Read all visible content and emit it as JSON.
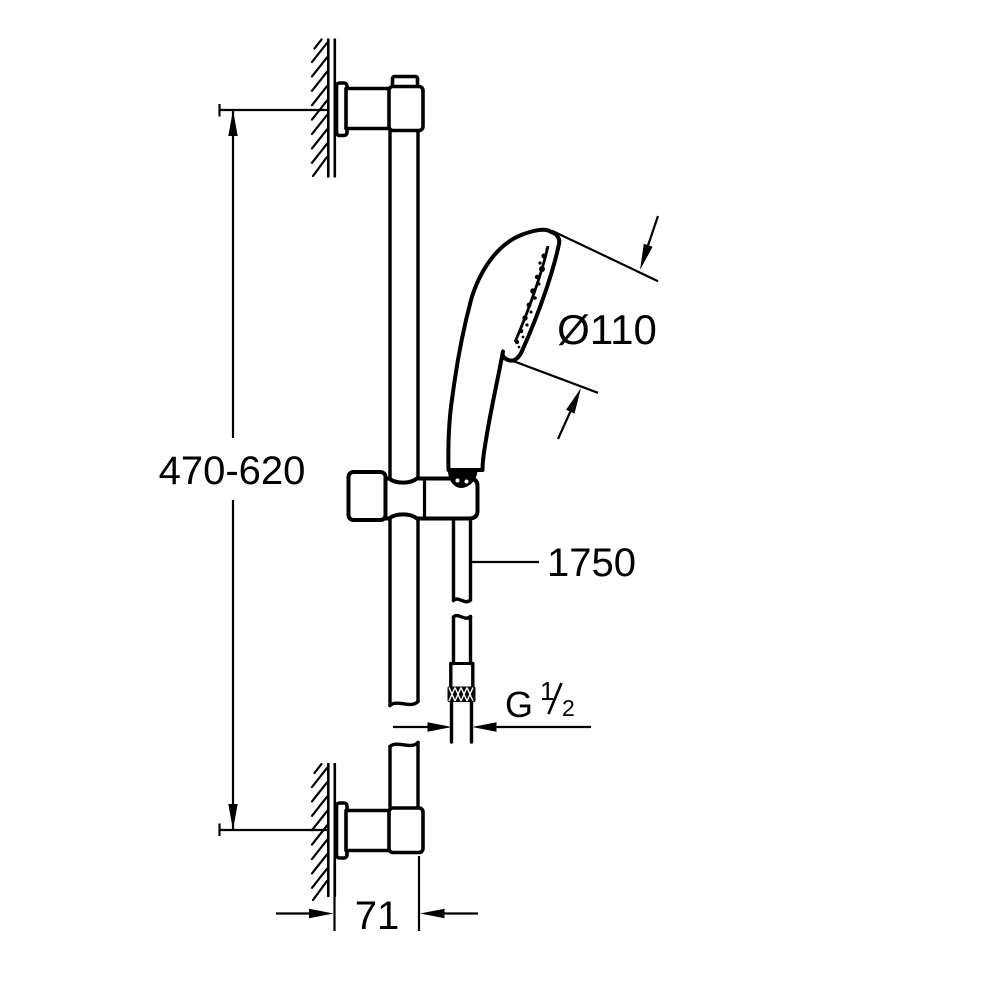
{
  "drawing": {
    "background": "#ffffff",
    "line_color": "#000000",
    "type": "technical-dimension-drawing-shower-rail-set"
  },
  "labels": {
    "height_range": "470-620",
    "head_diameter": "Ø110",
    "hose_length": "1750",
    "thread_letter": "G",
    "thread_numerator": "1",
    "thread_denominator": "2",
    "wall_offset": "71"
  }
}
